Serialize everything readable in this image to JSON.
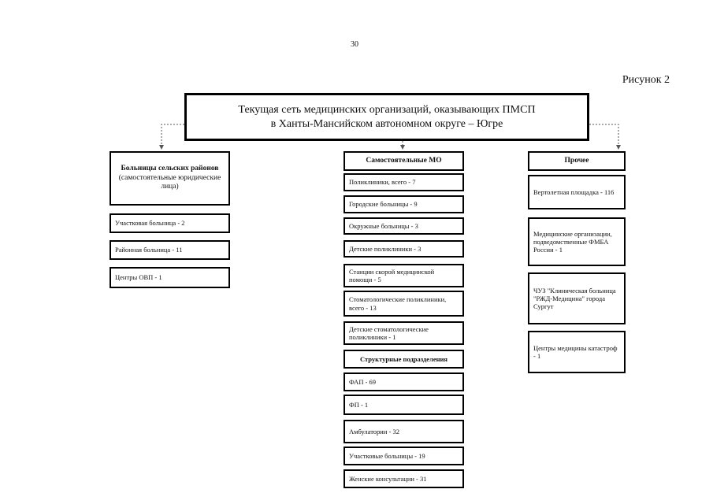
{
  "page_number": "30",
  "figure_label": "Рисунок 2",
  "title": {
    "line1": "Текущая сеть медицинских организаций, оказывающих ПМСП",
    "line2": "в Ханты-Мансийском автономном округе – Югре"
  },
  "left": {
    "header_bold": "Больницы сельских районов",
    "header_sub": "(самостоятельные юридические лица)",
    "items": [
      "Участковая больница - 2",
      "Районная больница - 11",
      "Центры ОВП - 1"
    ]
  },
  "center": {
    "header": "Самостоятельные МО",
    "items": [
      "Поликлиники, всего - 7",
      "Городские больницы - 9",
      "Окружные больницы - 3",
      "Детские поликлиники - 3",
      "Станции скорой медицинской помощи - 5",
      "Стоматологические поликлиники, всего - 13",
      "Детские стоматологические поликлиники - 1"
    ],
    "subheader": "Структурные подразделения",
    "sub_items": [
      "ФАП - 69",
      "ФП - 1",
      "Амбулатории - 32",
      "Участковые больницы - 19",
      "Женские консультации - 31"
    ]
  },
  "right": {
    "header": "Прочее",
    "items": [
      "Вертолетная площадка - 116",
      "Медицинские организации, подведомственные ФМБА России - 1",
      "ЧУЗ \"Клиническая больница \"РЖД-Медицина\" города Сургут",
      "Центры медицины катастроф - 1"
    ]
  }
}
